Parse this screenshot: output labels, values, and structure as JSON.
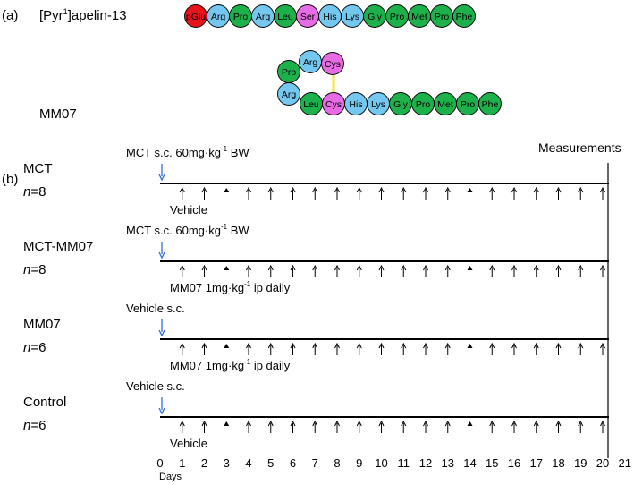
{
  "panel_a": {
    "label": "(a)",
    "peptide1": {
      "name_prefix": "[Pyr",
      "name_sup": "1",
      "name_suffix": "]apelin-13",
      "residues": [
        {
          "name": "pGlu",
          "type": "pglu"
        },
        {
          "name": "Arg",
          "type": "basic"
        },
        {
          "name": "Pro",
          "type": "hydrophobic"
        },
        {
          "name": "Arg",
          "type": "basic"
        },
        {
          "name": "Leu",
          "type": "hydrophobic"
        },
        {
          "name": "Ser",
          "type": "polar"
        },
        {
          "name": "His",
          "type": "basic"
        },
        {
          "name": "Lys",
          "type": "basic"
        },
        {
          "name": "Gly",
          "type": "hydrophobic"
        },
        {
          "name": "Pro",
          "type": "hydrophobic"
        },
        {
          "name": "Met",
          "type": "hydrophobic"
        },
        {
          "name": "Pro",
          "type": "hydrophobic"
        },
        {
          "name": "Phe",
          "type": "hydrophobic"
        }
      ]
    },
    "peptide2": {
      "name": "MM07",
      "ring_top": [
        {
          "name": "Pro",
          "type": "hydrophobic"
        },
        {
          "name": "Arg",
          "type": "basic"
        },
        {
          "name": "Cys",
          "type": "polar"
        }
      ],
      "ring_left": {
        "name": "Arg",
        "type": "basic"
      },
      "chain": [
        {
          "name": "Leu",
          "type": "hydrophobic"
        },
        {
          "name": "Cys",
          "type": "polar"
        },
        {
          "name": "His",
          "type": "basic"
        },
        {
          "name": "Lys",
          "type": "basic"
        },
        {
          "name": "Gly",
          "type": "hydrophobic"
        },
        {
          "name": "Pro",
          "type": "hydrophobic"
        },
        {
          "name": "Met",
          "type": "hydrophobic"
        },
        {
          "name": "Pro",
          "type": "hydrophobic"
        },
        {
          "name": "Phe",
          "type": "hydrophobic"
        }
      ]
    }
  },
  "colors": {
    "pglu": "#e8141b",
    "basic": "#74c7ef",
    "hydrophobic": "#1db14b",
    "polar": "#e86be6",
    "disulfide": "#f2ea27",
    "injection_arrow": "#2f6fd8"
  },
  "panel_b": {
    "label": "(b)",
    "measurements_label": "Measurements",
    "days_axis": {
      "ticks": [
        "0",
        "1",
        "2",
        "3",
        "4",
        "5",
        "6",
        "7",
        "8",
        "9",
        "10",
        "11",
        "12",
        "13",
        "14",
        "15",
        "16",
        "17",
        "18",
        "19",
        "20",
        "21"
      ],
      "label": "Days"
    },
    "groups": [
      {
        "name": "MCT",
        "n_label": "n",
        "n_value": "=8",
        "injection_text": "MCT s.c. 60mg·kg",
        "injection_sup": "-1",
        "injection_suffix": " BW",
        "treatment_text": "Vehicle",
        "treatment_sup": "",
        "treatment_suffix": ""
      },
      {
        "name": "MCT-MM07",
        "n_label": "n",
        "n_value": "=8",
        "injection_text": "MCT s.c. 60mg·kg",
        "injection_sup": "-1",
        "injection_suffix": " BW",
        "treatment_text": "MM07 1mg·kg",
        "treatment_sup": "-1",
        "treatment_suffix": " ip daily"
      },
      {
        "name": "MM07",
        "n_label": "n",
        "n_value": "=6",
        "injection_text": "Vehicle s.c.",
        "injection_sup": "",
        "injection_suffix": "",
        "treatment_text": "MM07 1mg·kg",
        "treatment_sup": "-1",
        "treatment_suffix": " ip daily"
      },
      {
        "name": "Control",
        "n_label": "n",
        "n_value": "=6",
        "injection_text": "Vehicle s.c.",
        "injection_sup": "",
        "injection_suffix": "",
        "treatment_text": "Vehicle",
        "treatment_sup": "",
        "treatment_suffix": ""
      }
    ],
    "dosing_days": [
      1,
      2,
      4,
      5,
      6,
      7,
      8,
      9,
      10,
      11,
      12,
      13,
      15,
      16,
      17,
      18,
      19,
      20
    ],
    "weekend_marker_days": [
      3,
      14
    ]
  }
}
